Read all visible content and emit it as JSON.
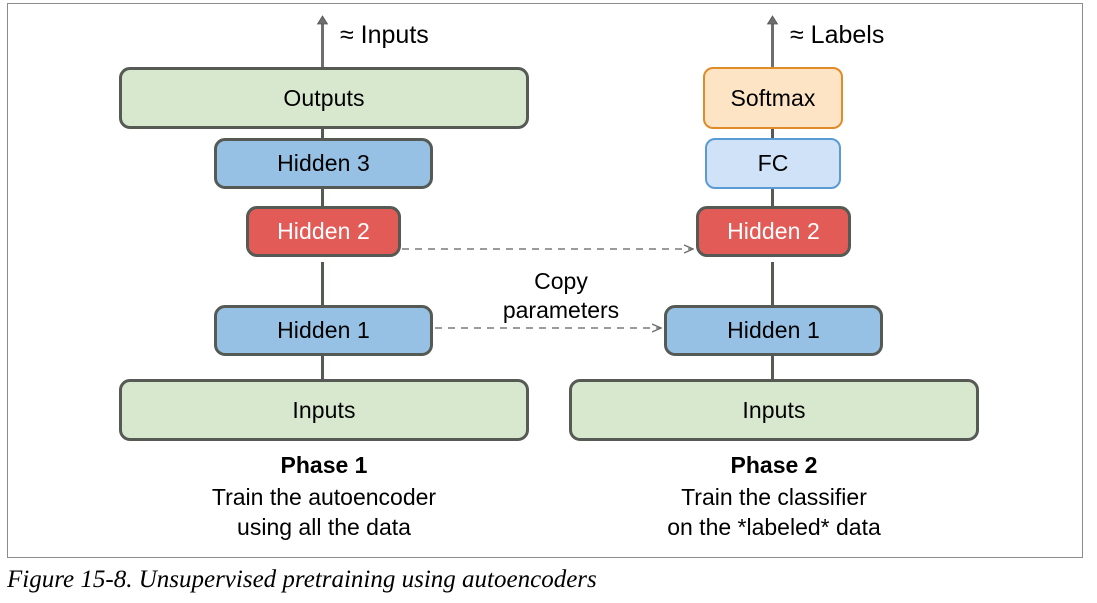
{
  "figure": {
    "caption": "Figure 15-8. Unsupervised pretraining using autoencoders",
    "colors": {
      "green_fill": "#d8e8ce",
      "blue_fill": "#96c1e4",
      "red_fill": "#e35b57",
      "lightblue_fill": "#cfe2f8",
      "orange_fill": "#fce4c4",
      "dark_border": "#565a55",
      "blue_border": "#5b9bd5",
      "orange_border": "#e08b28",
      "frame_border": "#8c8c8c"
    }
  },
  "phase1": {
    "output_arrow_label": "≈ Inputs",
    "boxes": [
      {
        "label": "Outputs",
        "style": "green"
      },
      {
        "label": "Hidden 3",
        "style": "blue"
      },
      {
        "label": "Hidden 2",
        "style": "red"
      },
      {
        "label": "Hidden 1",
        "style": "blue"
      },
      {
        "label": "Inputs",
        "style": "green"
      }
    ],
    "title": "Phase 1",
    "description": "Train the autoencoder\nusing all the data"
  },
  "phase2": {
    "output_arrow_label": "≈ Labels",
    "boxes": [
      {
        "label": "Softmax",
        "style": "orange"
      },
      {
        "label": "FC",
        "style": "lightblue"
      },
      {
        "label": "Hidden 2",
        "style": "red"
      },
      {
        "label": "Hidden 1",
        "style": "blue"
      },
      {
        "label": "Inputs",
        "style": "green"
      }
    ],
    "title": "Phase 2",
    "description": "Train the classifier\non the *labeled* data"
  },
  "transfer": {
    "label_line1": "Copy",
    "label_line2": "parameters"
  }
}
